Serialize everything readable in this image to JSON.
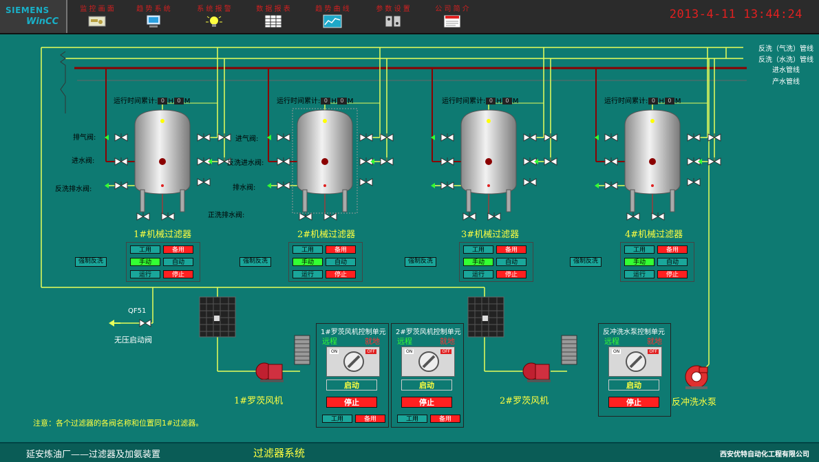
{
  "header": {
    "brand_top": "SIEMENS",
    "brand_bottom": "WinCC",
    "datetime": "2013-4-11 13:44:24",
    "nav": [
      {
        "label": "监 控 画 面",
        "icon": "monitor-key-icon"
      },
      {
        "label": "趋 势 系 统",
        "icon": "computer-icon"
      },
      {
        "label": "系 统 报 警",
        "icon": "alarm-bulb-icon"
      },
      {
        "label": "数 据 报 表",
        "icon": "table-icon"
      },
      {
        "label": "趋 势 曲 线",
        "icon": "trend-chart-icon"
      },
      {
        "label": "参 数 设 置",
        "icon": "settings-tools-icon"
      },
      {
        "label": "公 司 简 介",
        "icon": "notice-icon"
      }
    ]
  },
  "pipes": {
    "backwash_air": "反洗（气洗）管线",
    "backwash_water": "反洗（水洗）管线",
    "inlet": "进水管线",
    "product": "产水管线"
  },
  "valve_labels": {
    "vent": "排气阀:",
    "inlet": "进水阀:",
    "backwash_drain": "反洗排水阀:",
    "inlet2": "进气阀:",
    "backwash_inlet": "反洗进水阀:",
    "drain": "排水阀:",
    "rinse_drain": "正洗排水阀:"
  },
  "runtime": {
    "label": "运行时间累计:",
    "hours": "0",
    "h": "H",
    "minutes": "0",
    "m": "M"
  },
  "filters": [
    {
      "name": "1#机械过滤器"
    },
    {
      "name": "2#机械过滤器"
    },
    {
      "name": "3#机械过滤器"
    },
    {
      "name": "4#机械过滤器"
    }
  ],
  "filter_ctrl": {
    "duty": "工用",
    "standby": "备用",
    "manual": "手动",
    "auto": "自动",
    "run": "运行",
    "stop": "停止",
    "force_backwash": "强制反洗"
  },
  "qf": {
    "tag": "QF51",
    "label": "无压启动阀"
  },
  "fans": [
    {
      "name": "1#罗茨风机"
    },
    {
      "name": "2#罗茨风机"
    }
  ],
  "pump": {
    "name": "反冲洗水泵"
  },
  "units": [
    {
      "title": "1#罗茨风机控制单元",
      "remote": "远程",
      "local": "就地",
      "start": "启动",
      "stop": "停止",
      "duty": "工用",
      "standby": "备用",
      "on": "ON",
      "off": "OFF"
    },
    {
      "title": "2#罗茨风机控制单元",
      "remote": "远程",
      "local": "就地",
      "start": "启动",
      "stop": "停止",
      "duty": "工用",
      "standby": "备用",
      "on": "ON",
      "off": "OFF"
    },
    {
      "title": "反冲洗水泵控制单元",
      "remote": "远程",
      "local": "就地",
      "start": "启动",
      "stop": "停止",
      "on": "ON",
      "off": "OFF"
    }
  ],
  "note": "注意：各个过滤器的各阀名称和位置同1#过滤器。",
  "footer": {
    "plant": "延安炼油厂——过滤器及加氨装置",
    "system": "过滤器系统",
    "company": "西安优特自动化工程有限公司"
  },
  "colors": {
    "background": "#0e7a72",
    "pipe_yellow": "#e8ff5a",
    "pipe_red": "#8b0000",
    "run_green": "#33ff33",
    "stop_red": "#ff2020",
    "alarm_text": "#e02020"
  }
}
